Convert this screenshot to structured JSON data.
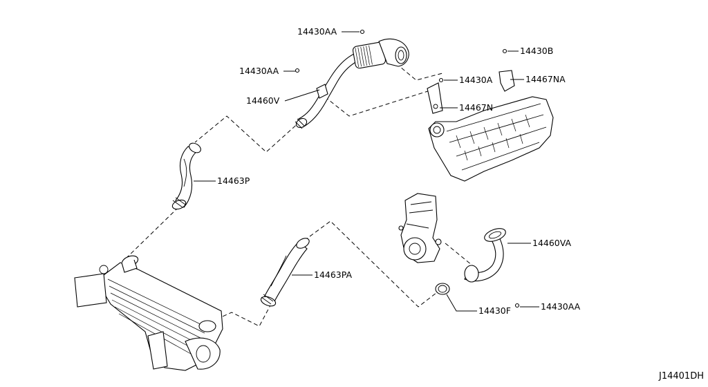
{
  "diagram_code": "J14401DH",
  "labels": [
    {
      "text": "14430AA"
    },
    {
      "text": "14430AA"
    },
    {
      "text": "14460V"
    },
    {
      "text": "14430B"
    },
    {
      "text": "14430A"
    },
    {
      "text": "14467NA"
    },
    {
      "text": "14467N"
    },
    {
      "text": "14463P"
    },
    {
      "text": "14460VA"
    },
    {
      "text": "14463PA"
    },
    {
      "text": "14430F"
    },
    {
      "text": "14430AA"
    }
  ]
}
